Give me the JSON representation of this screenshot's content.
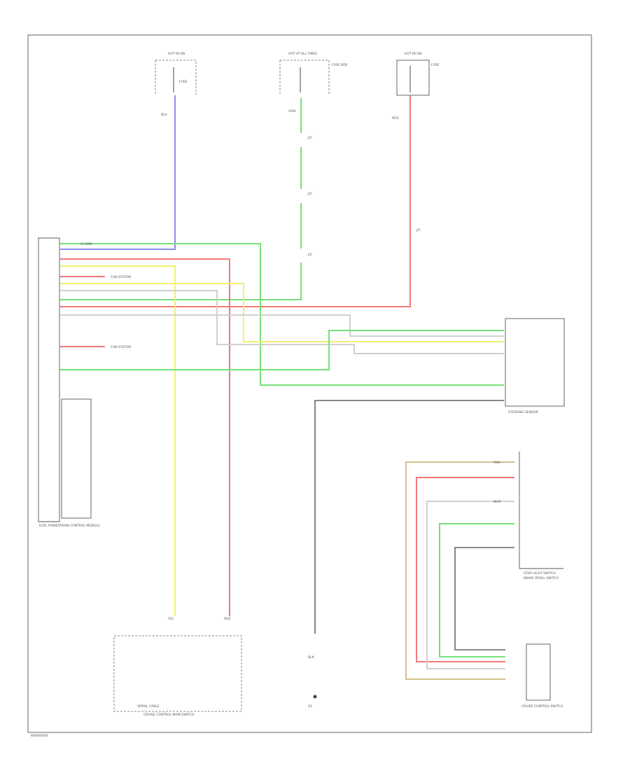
{
  "image_code": "W0000000",
  "components": {
    "ecm": {
      "labels": [
        "ECM, POWERTRAIN CONTROL MODULE"
      ]
    },
    "cruise_main_switch": {
      "labels": [
        "SPIRAL CABLE",
        "CRUISE CONTROL MAIN SWITCH"
      ]
    },
    "steering_sensor": {
      "labels": [
        "STEERING SENSOR"
      ]
    },
    "brake_switch": {
      "labels": [
        "STOP LIGHT SWITCH",
        "BRAKE PEDAL SWITCH"
      ]
    },
    "ground": {
      "label": "G1"
    }
  },
  "fuse_labels": {
    "f1": [
      "HOT IN ON",
      "FUSE"
    ],
    "f2": [
      "HOT AT ALL TIMES",
      "FUSE BOX"
    ],
    "f3": [
      "HOT IN ON",
      "FUSE"
    ]
  },
  "splice_labels": {
    "s1": "J/C",
    "s2": "J/C",
    "s3": "J/C",
    "s4": "J/C"
  },
  "wire_labels": {
    "blu": "BLU",
    "grn": "GRN",
    "red": "RED",
    "ylw": "YEL",
    "wht": "WHT",
    "blk": "BLK",
    "ltgrn": "LT GRN",
    "tan": "TAN"
  },
  "notes": {
    "can1": "CAN SYSTEM",
    "can2": "CAN SYSTEM"
  },
  "colors": {
    "blue": "#8c8cf0",
    "green": "#78e078",
    "red": "#f07878",
    "yellow": "#f0f070",
    "tan": "#d2c08c",
    "white": "#c8c8c8",
    "black": "#444444"
  }
}
